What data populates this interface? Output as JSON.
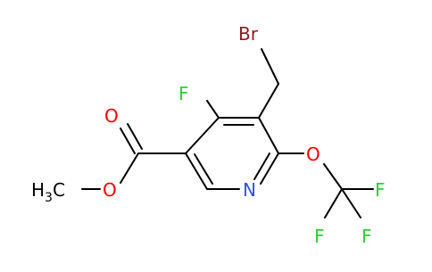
{
  "molecule": {
    "atoms": {
      "br": {
        "label": "Br",
        "color": "#8b1a1a"
      },
      "f_ring": {
        "label": "F",
        "color": "#33cc33"
      },
      "o_carbonyl": {
        "label": "O",
        "color": "#ff0000"
      },
      "o_ester": {
        "label": "O",
        "color": "#ff0000"
      },
      "methyl": {
        "label": "H",
        "sub": "3",
        "tail": "C",
        "color": "#000000"
      },
      "n_ring": {
        "label": "N",
        "color": "#3050f8"
      },
      "o_ether": {
        "label": "O",
        "color": "#ff0000"
      },
      "f1": {
        "label": "F",
        "color": "#33cc33"
      },
      "f2": {
        "label": "F",
        "color": "#33cc33"
      },
      "f3": {
        "label": "F",
        "color": "#33cc33"
      }
    }
  }
}
